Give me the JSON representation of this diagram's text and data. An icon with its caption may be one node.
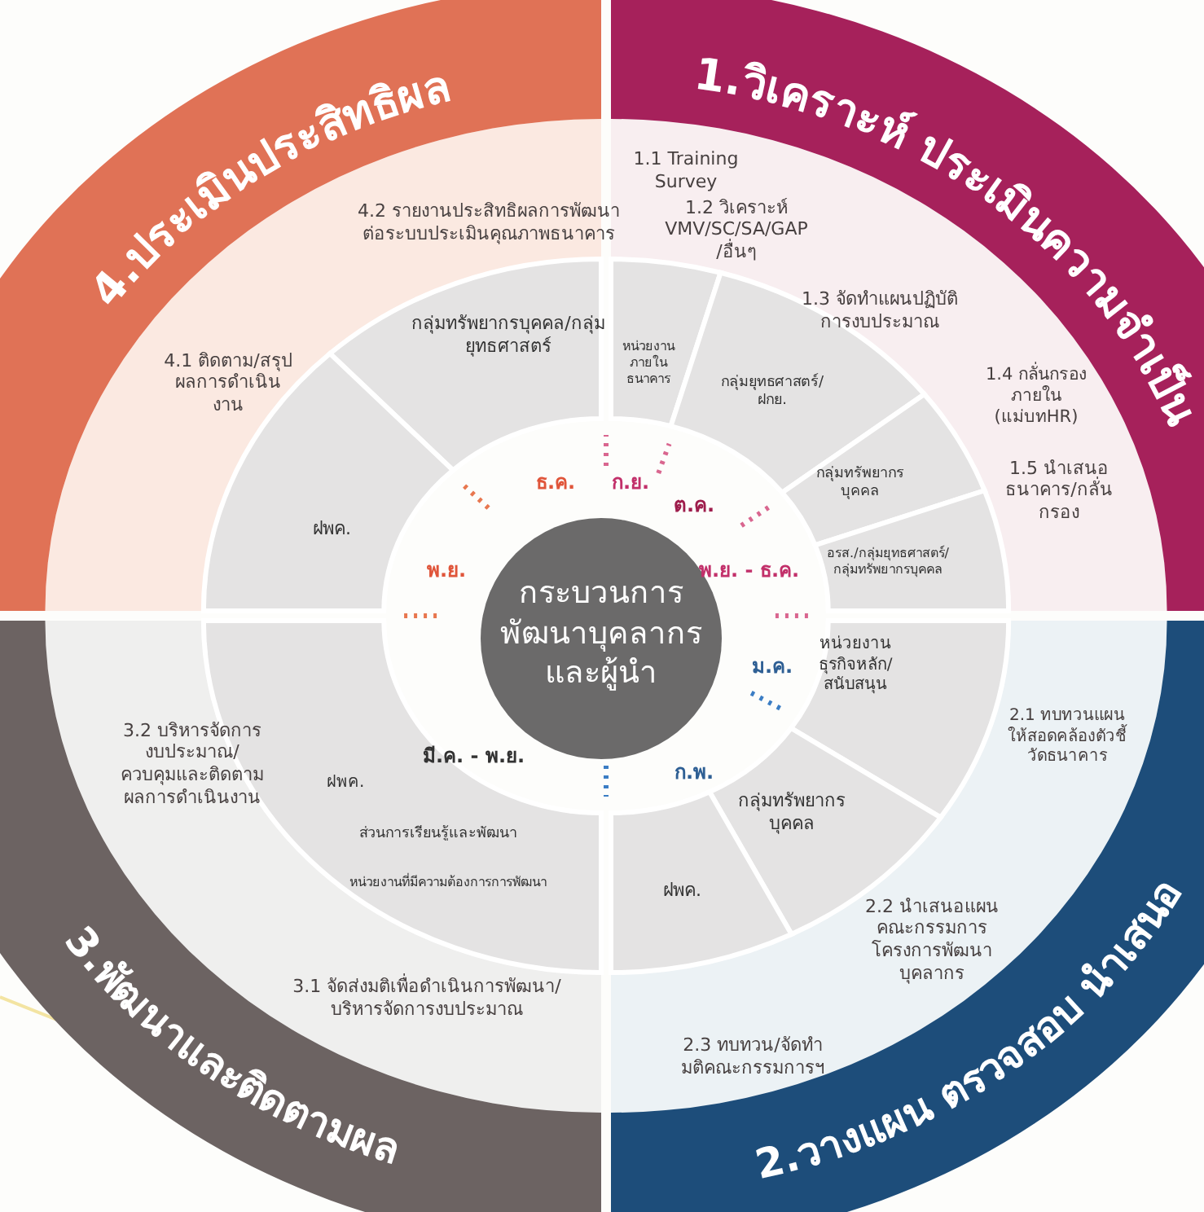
{
  "diagram": {
    "nodes": [
      {
        "text": [
          "กระบวนการพัฒนาบุคลากรและผู้นำ"
        ]
      },
      {
        "text": [
          "1.วิเคราะห์ ประเมินความจำเป็น",
          "1.1 Training Survey",
          "1.2 วิเคราะห์ VMV/SC/SA/GAP/อื่นๆ",
          "1.3 จัดทำแผนปฏิบัติการงบประมาณ",
          "1.4 กลั่นกรองภายใน (แม่บทHR)",
          "1.5 นำเสนอธนาคาร/กลั่นกรอง"
        ]
      },
      {
        "text": [
          "หน่วยงานภายในธนาคาร"
        ],
        "in": 1
      },
      {
        "text": [
          "กลุ่มยุทธศาสตร์/ฝกย."
        ],
        "in": 1
      },
      {
        "text": [
          "กลุ่มทรัพยากรบุคคล"
        ],
        "in": 1
      },
      {
        "text": [
          "อรส./กลุ่มยุทธศาสตร์/กลุ่มทรัพยากรบุคคล"
        ],
        "in": 1
      },
      {
        "text": [
          "2.1 ทบทวนแผนให้สอดคล้องตัวชี้วัดธนาคาร",
          "2.วางแผน ตรวจสอบ นำเสนอ",
          "2.2 นำเสนอแผนคณะกรรมการโครงการพัฒนาบุคลากร",
          "2.3 ทบทวน/จัดทำมติคณะกรรมการฯ"
        ]
      },
      {
        "text": [
          "หน่วยงานธุรกิจหลัก/สนับสนุน"
        ],
        "in": 6
      },
      {
        "text": [
          "กลุ่มทรัพยากรบุคคล"
        ],
        "in": 6
      },
      {
        "text": [
          "ฝพค."
        ],
        "in": 6
      },
      {
        "text": [
          "3.2 บริหารจัดการงบประมาณ/ควบคุมและติดตามผลการดำเนินงาน",
          "3.พัฒนาและติดตามผล",
          "3.1 จัดส่งมติเพื่อดำเนินการพัฒนา/บริหารจัดการงบประมาณ"
        ]
      },
      {
        "text": [
          "ฝพค.",
          "ส่วนการเรียนรู้และพัฒนา",
          "หน่วยงานที่มีความต้องการการพัฒนา"
        ],
        "in": 10
      },
      {
        "text": [
          "4.ประเมินประสิทธิผล",
          "4.2 รายงานประสิทธิผลการพัฒนาต่อระบบประเมินคุณภาพธนาคาร",
          "4.1 ติดตาม/สรุปผลการดำเนินงาน"
        ]
      },
      {
        "text": [
          "กลุ่มทรัพยากรบุคคล/กลุ่มยุทธศาสตร์"
        ],
        "in": 12
      },
      {
        "text": [
          "ฝพค."
        ],
        "in": 12
      }
    ],
    "labels": [
      "ก.ย.",
      "ธ.ค.",
      "ต.ค.",
      "พ.ย.",
      "พ.ย. - ธ.ค.",
      "ม.ค.",
      "ก.พ.",
      "มี.ค. - พ.ย."
    ]
  }
}
